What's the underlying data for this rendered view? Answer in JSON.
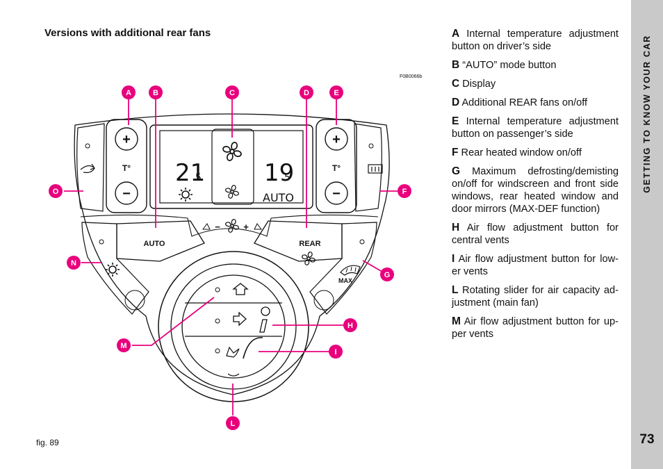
{
  "section": {
    "title": "Versions with additional rear fans"
  },
  "figure": {
    "code": "F0B0066b",
    "caption": "fig. 89",
    "display": {
      "left_temp": "21",
      "left_dec": "5",
      "right_temp": "19",
      "right_dec": "5",
      "mode": "AUTO"
    },
    "labels": {
      "temp_unit": "T°",
      "auto": "AUTO",
      "rear": "REAR",
      "max": "MAX",
      "fan_minus": "−",
      "fan_plus": "+",
      "plus": "+",
      "minus": "−"
    },
    "callouts": [
      "A",
      "B",
      "C",
      "D",
      "E",
      "F",
      "G",
      "H",
      "I",
      "L",
      "M",
      "N",
      "O"
    ],
    "accent_color": "#e8007c"
  },
  "legend": [
    {
      "key": "A",
      "text": "Internal temperature adjustment button on driver’s side"
    },
    {
      "key": "B",
      "text": "“AUTO” mode button"
    },
    {
      "key": "C",
      "text": "Display"
    },
    {
      "key": "D",
      "text": "Additional REAR fans on/off"
    },
    {
      "key": "E",
      "text": "Internal temperature adjustment button on passenger’s side"
    },
    {
      "key": "F",
      "text": "Rear heated window on/off"
    },
    {
      "key": "G",
      "text": "Maximum defrosting/demisting on/off for windscreen and front side windows, rear heated window and door mirrors (MAX-DEF function)"
    },
    {
      "key": "H",
      "text": "Air flow adjustment button for central vents"
    },
    {
      "key": "I",
      "text": "Air flow adjustment button for low- er vents"
    },
    {
      "key": "L",
      "text": "Rotating slider for air capacity ad- justment (main fan)"
    },
    {
      "key": "M",
      "text": "Air flow adjustment button for up- per vents"
    }
  ],
  "sidebar": {
    "title": "GETTING TO KNOW YOUR CAR",
    "page_number": "73"
  }
}
